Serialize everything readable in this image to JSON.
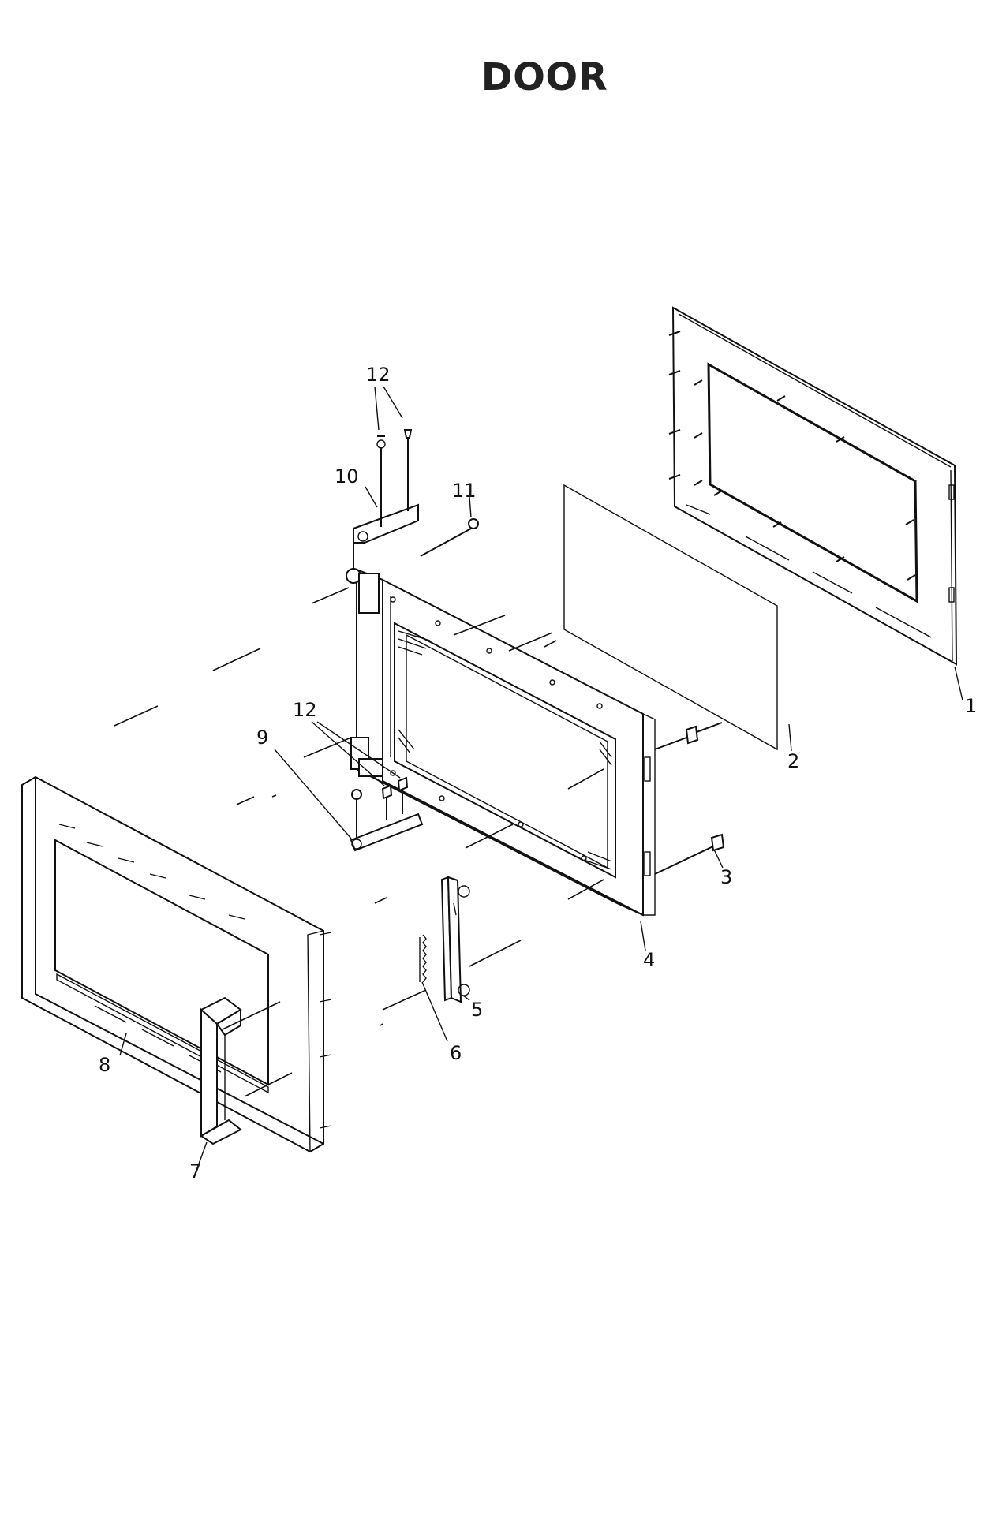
{
  "title": "DOOR",
  "callouts": [
    {
      "id": "1",
      "label": "1"
    },
    {
      "id": "2",
      "label": "2"
    },
    {
      "id": "3",
      "label": "3"
    },
    {
      "id": "4",
      "label": "4"
    },
    {
      "id": "5",
      "label": "5"
    },
    {
      "id": "6",
      "label": "6"
    },
    {
      "id": "7",
      "label": "7"
    },
    {
      "id": "8",
      "label": "8"
    },
    {
      "id": "9",
      "label": "9"
    },
    {
      "id": "10",
      "label": "10"
    },
    {
      "id": "11",
      "label": "11"
    },
    {
      "id": "12a",
      "label": "12"
    },
    {
      "id": "12b",
      "label": "12"
    }
  ]
}
